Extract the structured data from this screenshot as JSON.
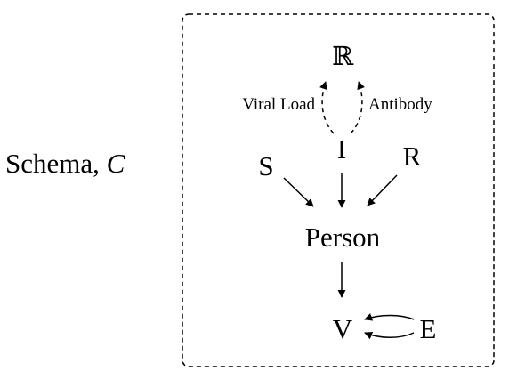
{
  "schema_label": {
    "prefix": "Schema, ",
    "variable": "C"
  },
  "nodes": {
    "reals": "ℝ",
    "I": "I",
    "S": "S",
    "R": "R",
    "person": "Person",
    "V": "V",
    "E": "E"
  },
  "edges": {
    "viral_load": "Viral Load",
    "antibody": "Antibody"
  },
  "colors": {
    "ink": "#000000",
    "background": "#ffffff"
  }
}
